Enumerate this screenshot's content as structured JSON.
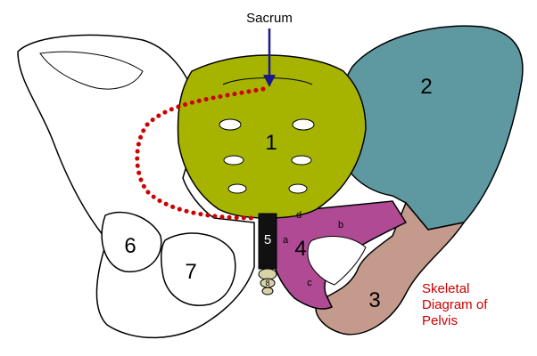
{
  "labels": {
    "sacrum": "Sacrum",
    "n1": "1",
    "n2": "2",
    "n3": "3",
    "n4": "4",
    "n5": "5",
    "n6": "6",
    "n7": "7",
    "n8": "8",
    "a": "a",
    "b": "b",
    "c": "c",
    "d": "d"
  },
  "caption_lines": [
    "Skeletal",
    "Diagram of",
    "Pelvis"
  ],
  "colors": {
    "sacrum": "#a6b400",
    "ilium_right": "#5e98a0",
    "ischium": "#c49a8c",
    "pubis": "#b04a94",
    "coccyx_bar": "#111111",
    "arrow": "#1a1a8c",
    "dotted_outline": "#cc0000",
    "caption": "#cc0000"
  }
}
